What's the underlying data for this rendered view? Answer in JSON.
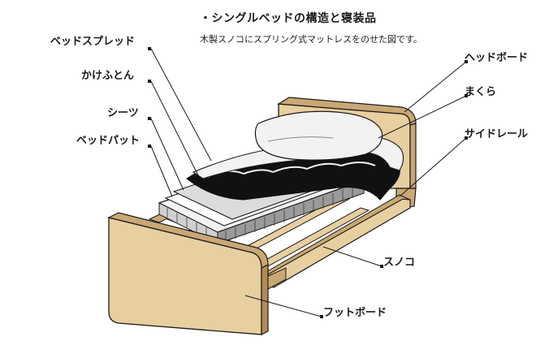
{
  "header": {
    "title": "・シングルベッドの構造と寝装品",
    "subtitle": "木製スノコにスプリング式マットレスをのせた図です。"
  },
  "labels": {
    "bedspread": "ベッドスプレッド",
    "comforter": "かけふとん",
    "sheets": "シーツ",
    "bedpad": "ベッドパット",
    "headboard": "ヘッドボード",
    "pillow": "まくら",
    "siderail": "サイドレール",
    "slats": "スノコ",
    "footboard": "フットボード"
  },
  "colors": {
    "wood": "#e8cfa0",
    "wood_dark": "#c9a873",
    "wood_edge": "#b38b55",
    "outline": "#1a1a1a",
    "bedding_dark": "#111111",
    "bedding_light": "#f2f2f2",
    "sheet_gray": "#dcdcdc",
    "spring_gray": "#9a9a9a",
    "background": "#ffffff"
  }
}
